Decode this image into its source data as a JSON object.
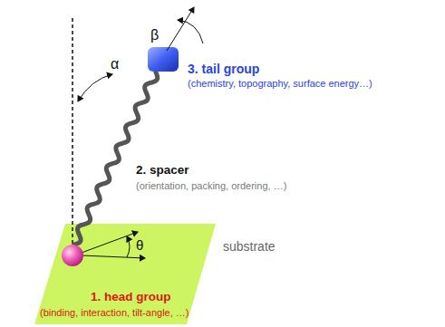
{
  "diagram": {
    "labels": [
      "α",
      "β",
      "3. tail group",
      "(chemistry, topography, surface energy…)",
      "2. spacer",
      "(orientation, packing, ordering, …)",
      "θ",
      "substrate",
      "1. head group",
      "(binding, interaction, tilt-angle, …)"
    ]
  }
}
